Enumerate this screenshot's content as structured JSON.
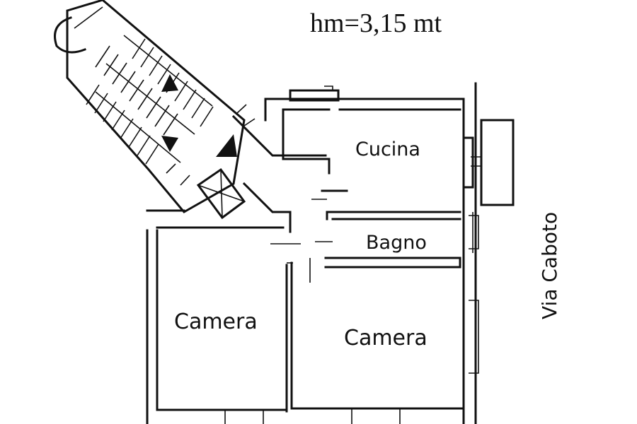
{
  "header": {
    "height_label": "hm=3,15 mt"
  },
  "rooms": {
    "cucina": "Cucina",
    "bagno": "Bagno",
    "camera_left": "Camera",
    "camera_right": "Camera"
  },
  "street": {
    "name": "Via Caboto"
  }
}
